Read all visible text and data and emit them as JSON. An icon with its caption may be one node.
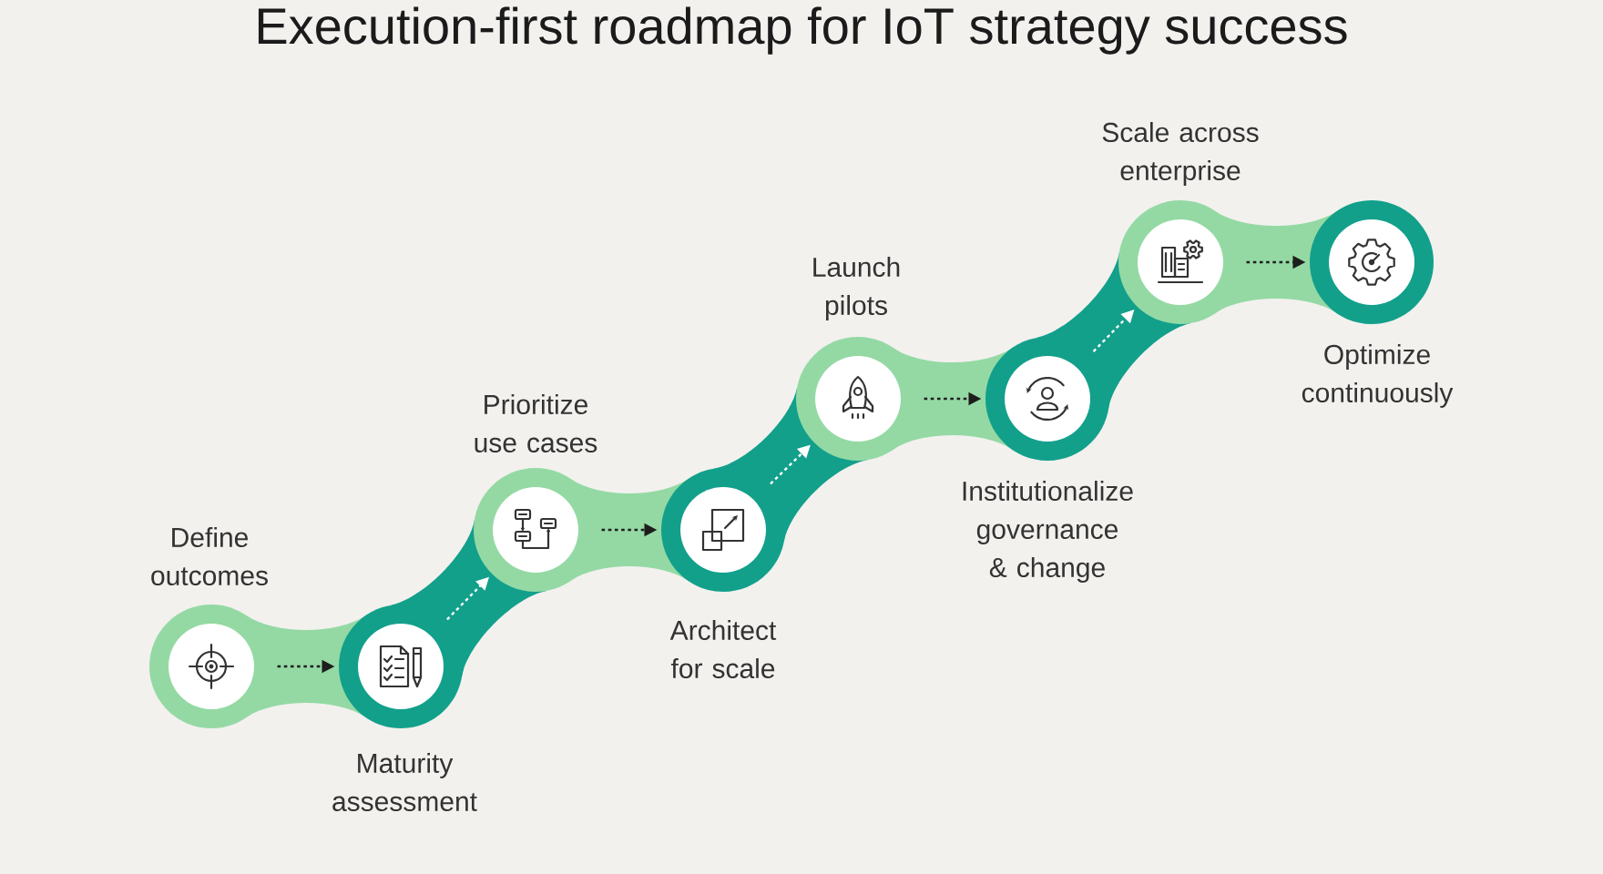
{
  "diagram": {
    "title": "Execution-first roadmap for IoT strategy success",
    "nodes": [
      {
        "text": [
          "Define outcomes"
        ]
      },
      {
        "text": [
          "Maturity assessment"
        ]
      },
      {
        "text": [
          "Prioritize use cases"
        ]
      },
      {
        "text": [
          "Architect for scale"
        ]
      },
      {
        "text": [
          "Launch pilots"
        ]
      },
      {
        "text": [
          "Institutionalize governance & change"
        ]
      },
      {
        "text": [
          "Scale across enterprise"
        ]
      },
      {
        "text": [
          "Optimize continuously"
        ]
      }
    ],
    "edges": [
      {
        "from": 0,
        "to": 1,
        "arrow": "to"
      },
      {
        "from": 1,
        "to": 2,
        "arrow": "to",
        "color": "#ffffff"
      },
      {
        "from": 2,
        "to": 3,
        "arrow": "to"
      },
      {
        "from": 3,
        "to": 4,
        "arrow": "to",
        "color": "#ffffff"
      },
      {
        "from": 4,
        "to": 5,
        "arrow": "to"
      },
      {
        "from": 5,
        "to": 6,
        "arrow": "to",
        "color": "#ffffff"
      },
      {
        "from": 6,
        "to": 7,
        "arrow": "to"
      }
    ]
  }
}
